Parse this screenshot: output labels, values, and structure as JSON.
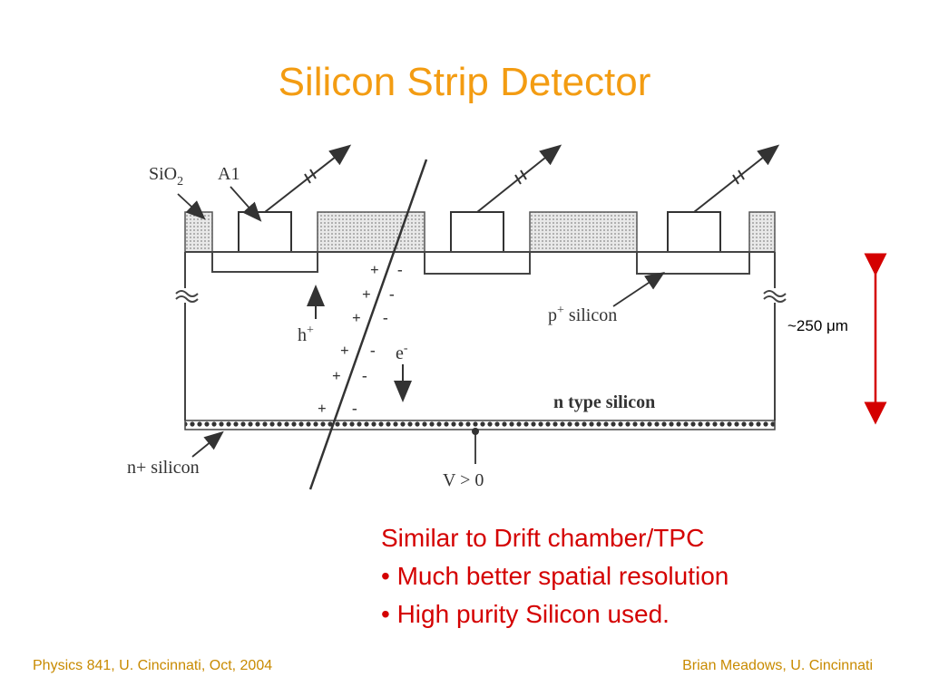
{
  "slide": {
    "title": "Silicon Strip Detector"
  },
  "diagram": {
    "labels": {
      "sio2_main": "SiO",
      "sio2_sub": "2",
      "al": "A1",
      "h_main": "h",
      "h_sup": "+",
      "e_main": "e",
      "e_sup": "-",
      "p_silicon_main": "p",
      "p_silicon_sup": "+",
      "p_silicon_rest": " silicon",
      "n_type_silicon": "n type silicon",
      "n_silicon": "n+ silicon",
      "voltage": "V > 0",
      "thickness": "~250 μm"
    },
    "charges": [
      {
        "plus": "+",
        "minus": "-"
      },
      {
        "plus": "+",
        "minus": "-"
      },
      {
        "plus": "+",
        "minus": "-"
      },
      {
        "plus": "+",
        "minus": "-"
      },
      {
        "plus": "+",
        "minus": "-"
      },
      {
        "plus": "+",
        "minus": "-"
      }
    ]
  },
  "notes": {
    "heading": "Similar to Drift chamber/TPC",
    "bullet_1": "• Much better spatial resolution",
    "bullet_2": "• High purity Silicon used."
  },
  "footer": {
    "left": "Physics 841, U. Cincinnati, Oct, 2004",
    "right": "Brian Meadows, U. Cincinnati"
  },
  "colors": {
    "title": "#f39c12",
    "note": "#d40000",
    "footer": "#c88a00",
    "arrow": "#d40000"
  }
}
